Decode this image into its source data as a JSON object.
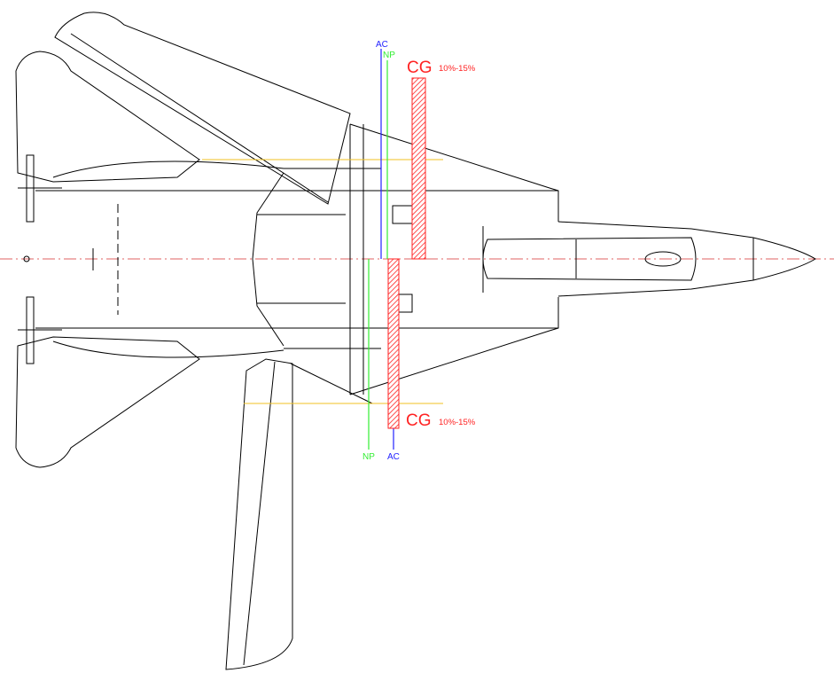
{
  "colors": {
    "ac": "#2222ff",
    "np": "#33ee33",
    "cg": "#ff2222",
    "reference": "#f0c020",
    "centerline": "#e06060"
  },
  "upper": {
    "ac_label": "AC",
    "np_label": "NP",
    "cg_label": "CG",
    "cg_range": "10%-15%"
  },
  "lower": {
    "ac_label": "AC",
    "np_label": "NP",
    "cg_label": "CG",
    "cg_range": "10%-15%"
  }
}
